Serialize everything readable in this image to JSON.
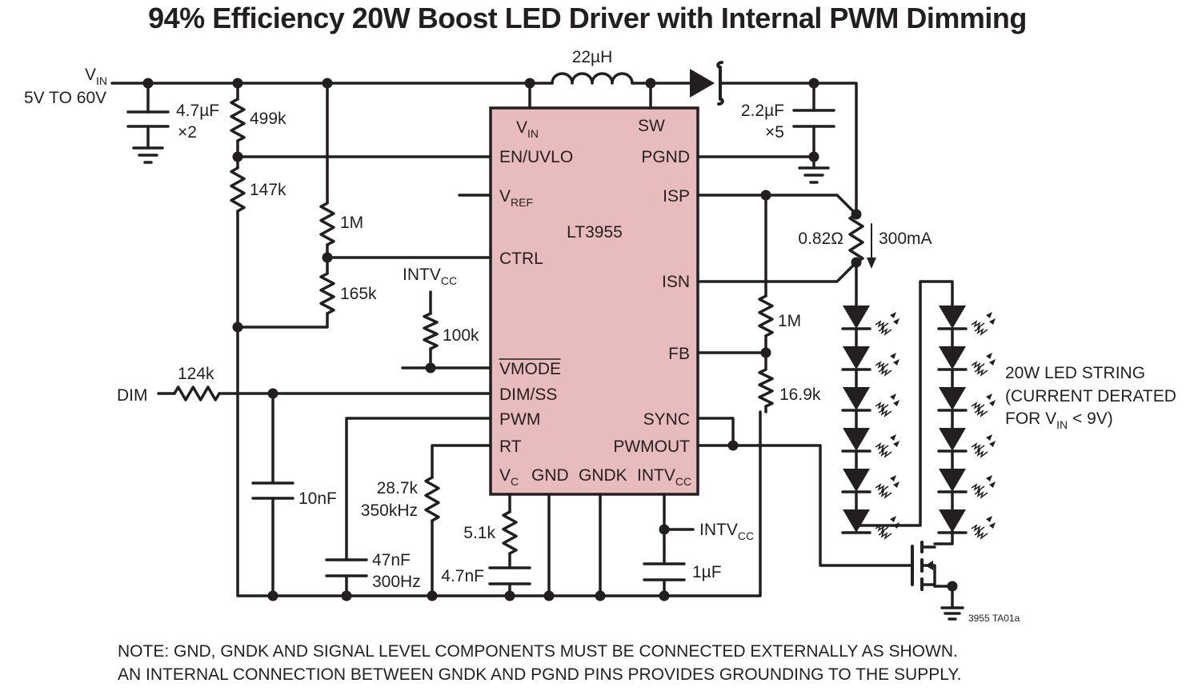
{
  "title": "94% Efficiency 20W Boost LED Driver with Internal PWM Dimming",
  "colors": {
    "ic_fill": "#e8bcbc",
    "line": "#231f20"
  },
  "icons": [
    "ground-icon",
    "led-icon",
    "light-emission-icon",
    "resistor-icon",
    "capacitor-icon",
    "inductor-icon",
    "schottky-diode-icon",
    "nmos-transistor-icon"
  ],
  "input": {
    "vin": "V",
    "vin_sub": "IN",
    "range": "5V TO 60V"
  },
  "ic": {
    "name": "LT3955",
    "pins": {
      "vin": "V",
      "vin_sub": "IN",
      "sw": "SW",
      "en_uvlo": "EN/UVLO",
      "pgnd": "PGND",
      "vref": "V",
      "vref_sub": "REF",
      "isp": "ISP",
      "ctrl": "CTRL",
      "isn": "ISN",
      "fb": "FB",
      "vmode": "VMODE",
      "dim_ss": "DIM/SS",
      "pwm": "PWM",
      "sync": "SYNC",
      "rt": "RT",
      "pwmout": "PWMOUT",
      "vc": "V",
      "vc_sub": "C",
      "gnd": "GND",
      "gndk": "GNDK",
      "intvcc": "INTV",
      "intvcc_sub": "CC"
    }
  },
  "components": {
    "inductor": "22µH",
    "c_in": "4.7µF",
    "c_in_mult": "×2",
    "r_499k": "499k",
    "r_147k": "147k",
    "r_1m_ctrl": "1M",
    "r_165k": "165k",
    "intvcc_label": "INTV",
    "intvcc_sub": "CC",
    "r_100k": "100k",
    "dim_label": "DIM",
    "r_124k": "124k",
    "c_10nf": "10nF",
    "c_47nf": "47nF",
    "c_47nf_freq": "300Hz",
    "r_rt": "28.7k",
    "r_rt_freq": "350kHz",
    "r_5k1": "5.1k",
    "c_4n7": "4.7nF",
    "intvcc2_label": "INTV",
    "intvcc2_sub": "CC",
    "c_1uf": "1µF",
    "c_out": "2.2µF",
    "c_out_mult": "×5",
    "r_sense": "0.82Ω",
    "i_led": "300mA",
    "r_1m_fb": "1M",
    "r_16k9": "16.9k"
  },
  "led_string": {
    "line1": "20W LED STRING",
    "line2": "(CURRENT DERATED",
    "line3_pre": "FOR V",
    "line3_sub": "IN",
    "line3_post": " < 9V)"
  },
  "figure_id": "3955 TA01a",
  "note": {
    "line1": "NOTE: GND, GNDK AND SIGNAL LEVEL COMPONENTS MUST BE CONNECTED EXTERNALLY AS SHOWN.",
    "line2": "AN INTERNAL CONNECTION BETWEEN GNDK AND PGND PINS PROVIDES GROUNDING TO THE SUPPLY."
  }
}
